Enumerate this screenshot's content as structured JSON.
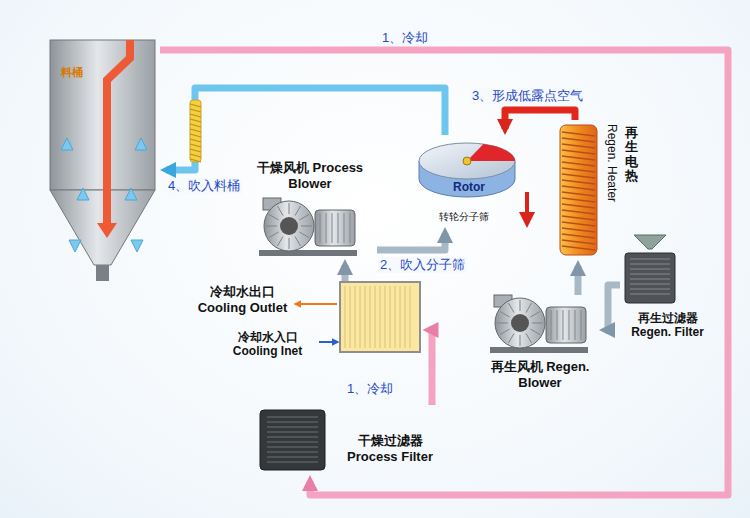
{
  "diagram": {
    "nodes": [
      {
        "text": [
          "料桶"
        ]
      },
      {
        "text": [
          "干燥风机 Process Blower"
        ]
      },
      {
        "text": [
          "Rotor",
          "转轮分子筛"
        ]
      },
      {
        "text": [
          "Regen. Heater",
          "再生电热"
        ]
      },
      {
        "text": [
          "再生过滤器 Regen. Filter"
        ]
      },
      {
        "text": [
          "再生风机 Regen. Blower"
        ]
      },
      {
        "text": [
          "冷却水出口 Cooling Outlet",
          "冷却水入口 Cooling Inet"
        ]
      },
      {
        "text": [
          "干燥过滤器 Process Filter"
        ]
      }
    ],
    "edges": [
      {
        "from": 0,
        "to": 7,
        "arrow": "to",
        "label": "1、冷却"
      },
      {
        "from": 7,
        "to": 6,
        "arrow": "to",
        "label": "1、冷却"
      },
      {
        "from": 6,
        "to": 1,
        "arrow": "to"
      },
      {
        "from": 1,
        "to": 2,
        "arrow": "to",
        "label": "2、吹入分子筛"
      },
      {
        "from": 2,
        "to": 0,
        "arrow": "to",
        "label": "4、吹入料桶"
      },
      {
        "from": 4,
        "to": 5,
        "arrow": "to"
      },
      {
        "from": 5,
        "to": 3,
        "arrow": "to"
      },
      {
        "from": 3,
        "to": 2,
        "arrow": "to"
      }
    ],
    "labels": [
      "3、形成低露点空气"
    ]
  }
}
